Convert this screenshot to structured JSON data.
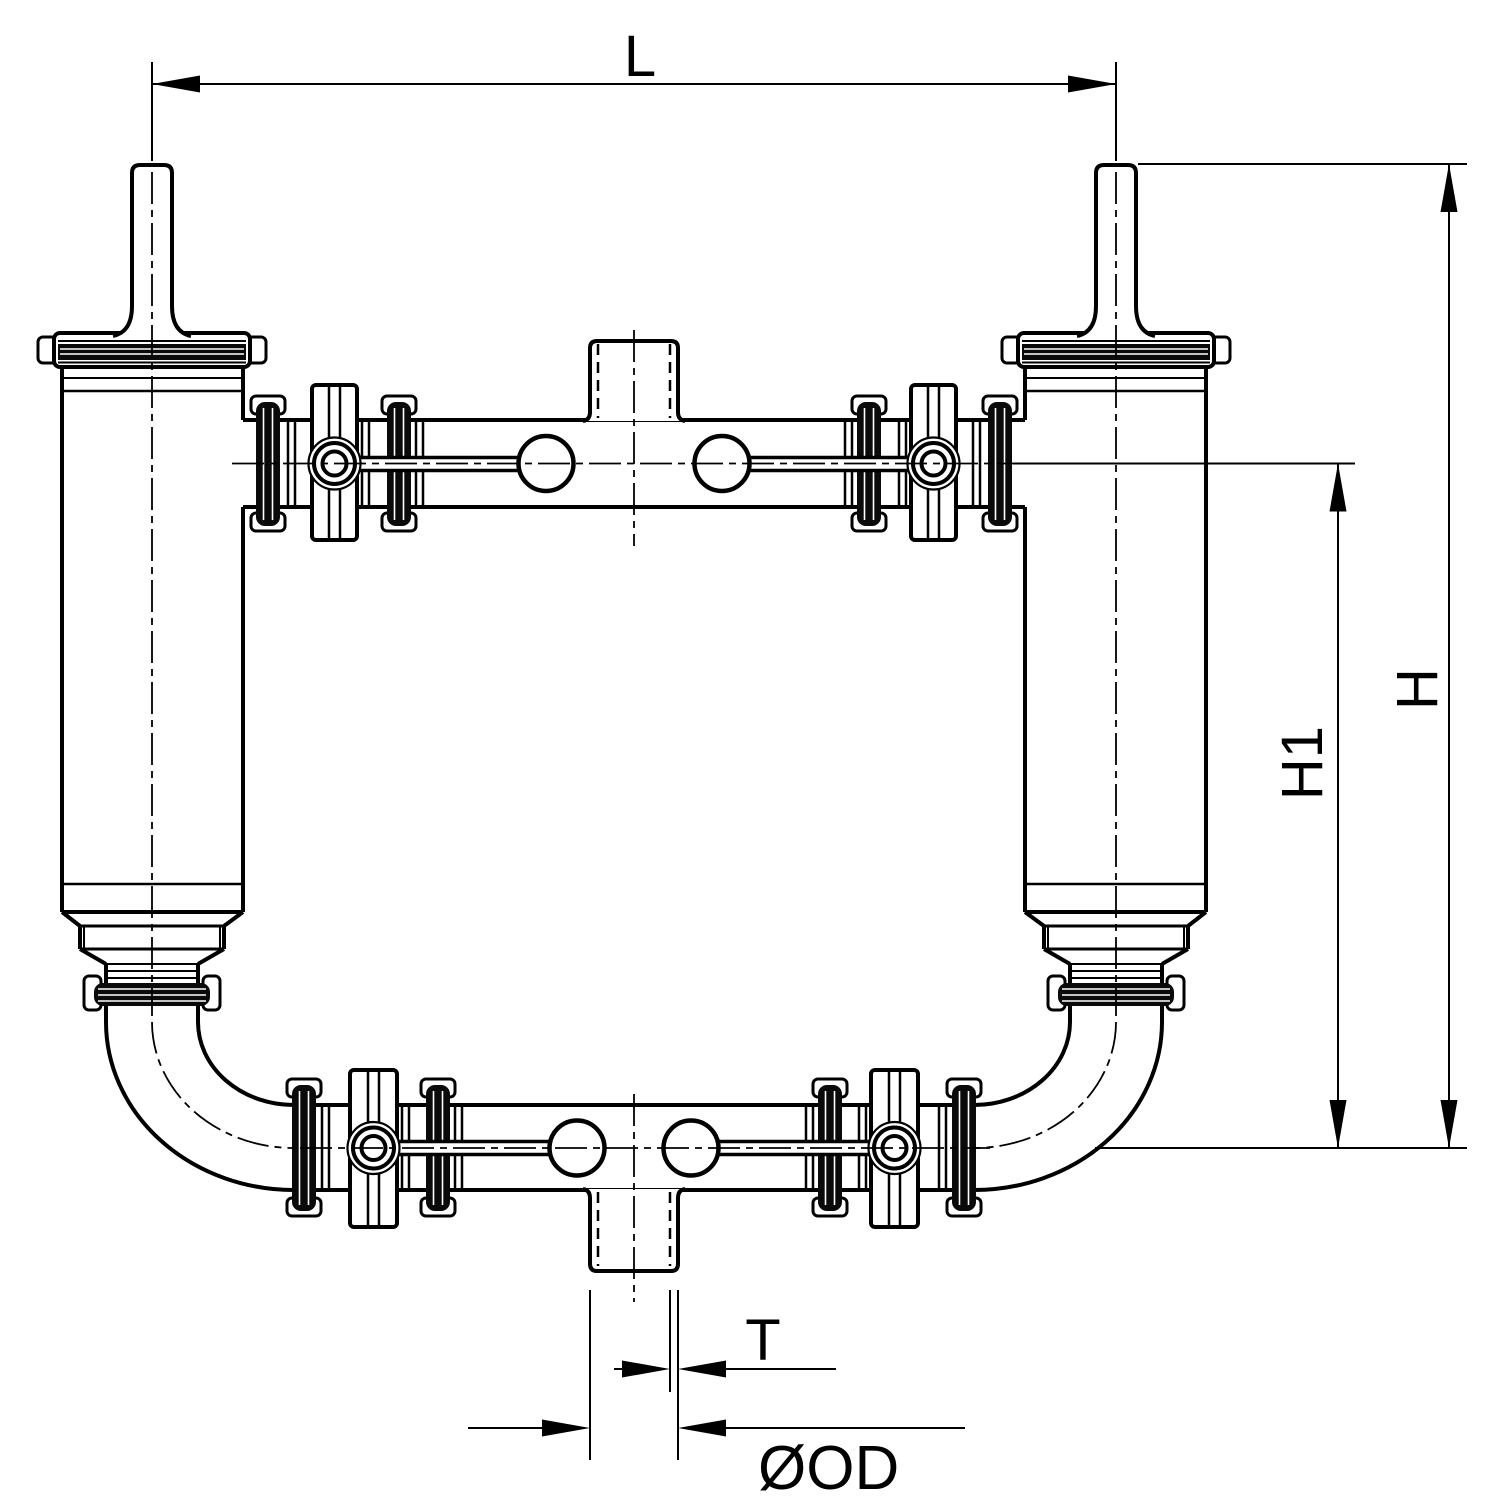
{
  "drawing": {
    "background_color": "#ffffff",
    "line_color": "#000000",
    "labels": {
      "length": "L",
      "height_total": "H",
      "height_upper": "H1",
      "wall_thickness": "T",
      "outer_diameter": "ØOD"
    }
  }
}
